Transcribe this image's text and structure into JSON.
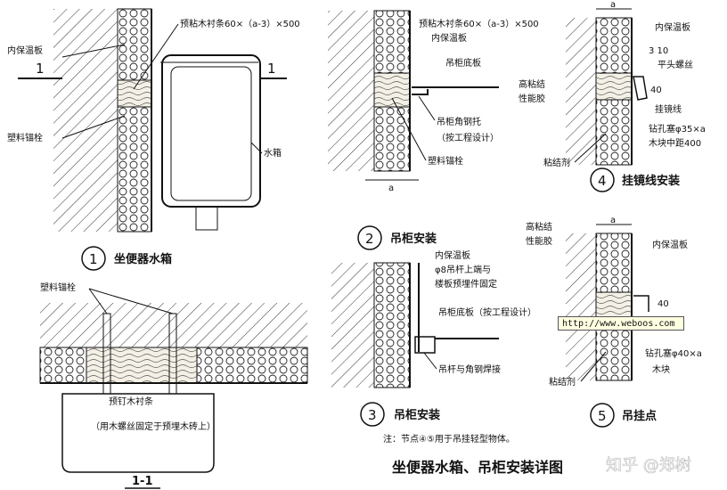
{
  "detail1": {
    "number": "1",
    "title": "坐便器水箱",
    "label_wood": "预粘木衬条60×（a-3）×500",
    "label_insulation": "内保温板",
    "label_anchor": "塑料锚栓",
    "label_tank": "水箱",
    "section_mark": "1"
  },
  "section11": {
    "label_anchor": "塑料锚栓",
    "label_wood": "预钉木衬条",
    "label_note": "（用木螺丝固定于预埋木砖上）",
    "section_title": "1-1"
  },
  "detail2": {
    "number": "2",
    "title": "吊柜安装",
    "label_wood": "预粘木衬条60×（a-3）×500",
    "label_insulation": "内保温板",
    "label_base": "吊柜底板",
    "label_bracket": "吊柜角钢托",
    "label_bracket_note": "（按工程设计）",
    "label_anchor": "塑料锚栓",
    "dim_a": "a"
  },
  "detail3": {
    "number": "3",
    "title": "吊柜安装",
    "label_insulation": "内保温板",
    "label_rod": "φ8吊杆上端与",
    "label_rod2": "楼板预埋件固定",
    "label_base": "吊柜底板（按工程设计）",
    "label_weld": "吊杆与角钢焊接"
  },
  "detail4": {
    "number": "4",
    "title": "挂镜线安装",
    "dim_a": "a",
    "label_insulation": "内保温板",
    "label_adhesive_hi": "高粘结",
    "label_adhesive_hi2": "性能胶",
    "label_dim1": "3 10",
    "label_screw": "平头螺丝",
    "label_dim2": "40",
    "label_line": "挂镜线",
    "label_plug": "钻孔塞φ35×a",
    "label_wood_spacing": "木块中距400",
    "label_adhesive": "粘结剂"
  },
  "detail5": {
    "number": "5",
    "title": "吊挂点",
    "dim_a": "a",
    "label_adhesive_hi": "高粘结",
    "label_adhesive_hi2": "性能胶",
    "label_insulation": "内保温板",
    "label_dim": "40",
    "label_plug": "钻孔塞φ40×a",
    "label_wood": "木块",
    "label_adhesive": "粘结剂"
  },
  "note": "注：节点④⑤用于吊挂轻型物体。",
  "main_title": "坐便器水箱、吊柜安装详图",
  "url_tooltip": "http://www.weboos.com",
  "watermark": "知乎 @郑树"
}
